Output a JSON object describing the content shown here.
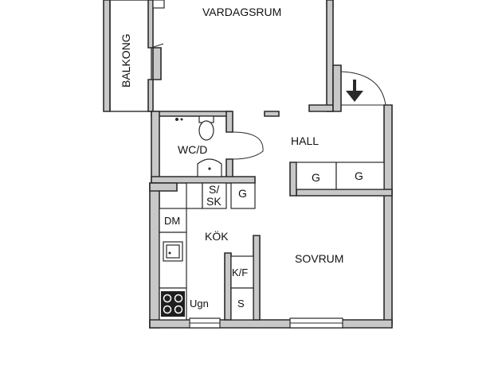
{
  "plan": {
    "rooms": {
      "living": "VARDAGSRUM",
      "balcony": "BALKONG",
      "hall": "HALL",
      "wc": "WC/D",
      "kitchen": "KÖK",
      "bedroom": "SOVRUM"
    },
    "fixtures": {
      "storage1": "G",
      "storage2": "G",
      "storage3": "G",
      "sk_top": "S/",
      "sk_bottom": "SK",
      "dishwasher": "DM",
      "fridge": "K/F",
      "cabinet": "S",
      "oven": "Ugn"
    },
    "icons": {
      "entrance": "entrance-arrow-icon",
      "toilet": "toilet-icon",
      "sink": "sink-icon",
      "stove": "stove-icon"
    }
  }
}
